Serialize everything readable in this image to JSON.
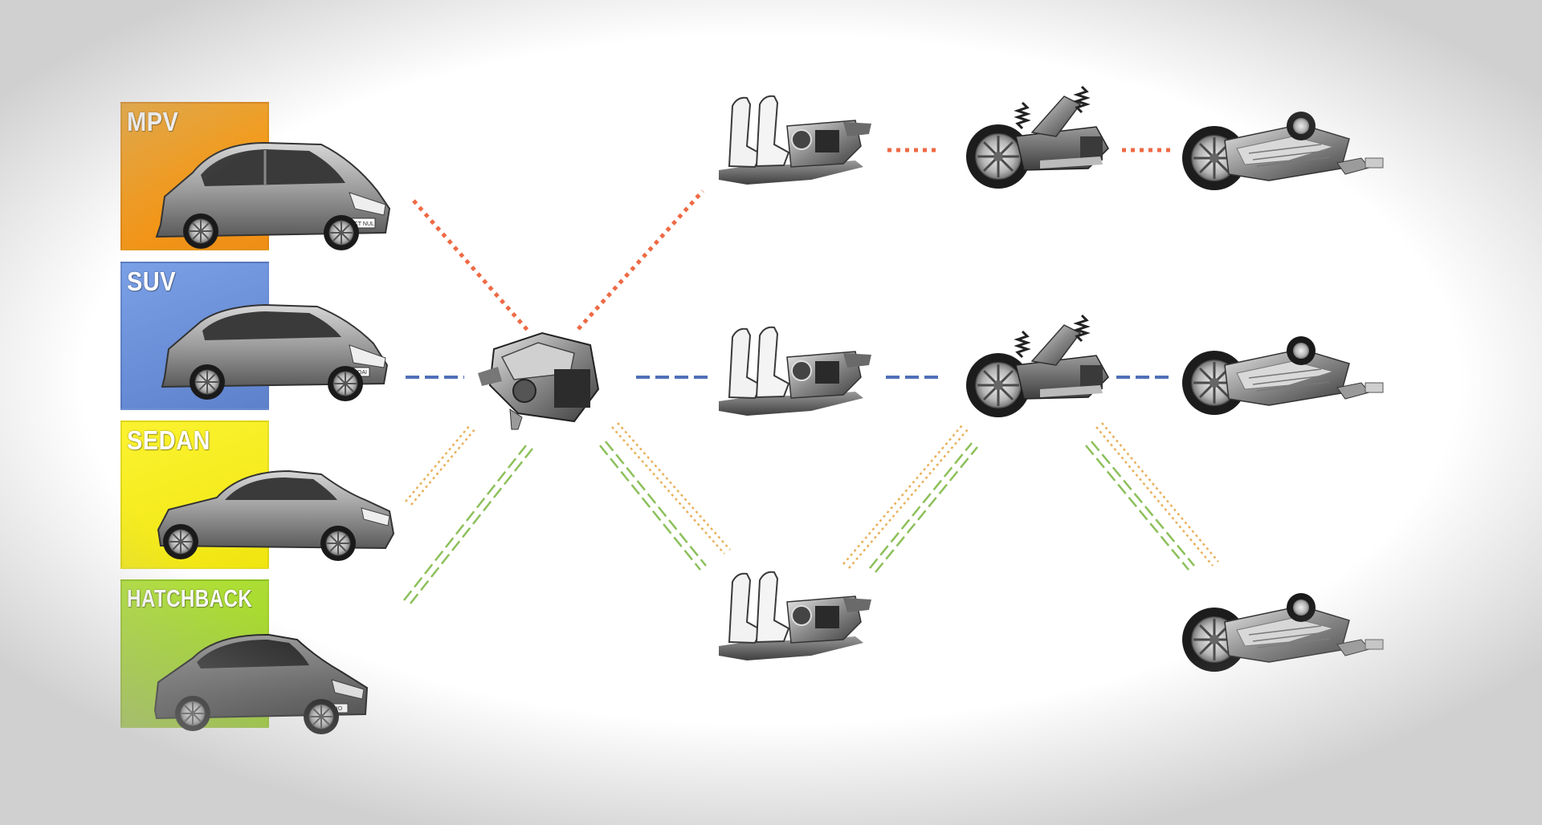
{
  "diagram": {
    "categories": [
      {
        "label": "MPV",
        "color": "#f39a1b"
      },
      {
        "label": "SUV",
        "color": "#6b8ed8"
      },
      {
        "label": "SEDAN",
        "color": "#f6ee1c"
      },
      {
        "label": "HATCHBACK",
        "color": "#a8d92e"
      }
    ],
    "car_badges": {
      "mpv": "ECT NUL",
      "suv": "QASHQAI",
      "hatch": "CLIO"
    },
    "connector_colors": {
      "mpv": "#ee6a44",
      "suv": "#4f6fb8",
      "sedan": "#e9b15c",
      "hatchback": "#8cc05a"
    },
    "icons": {
      "engine": "engine-icon",
      "cockpit": "cockpit-module-icon",
      "front_axle": "front-suspension-module-icon",
      "rear_underbody": "rear-underbody-module-icon"
    }
  }
}
